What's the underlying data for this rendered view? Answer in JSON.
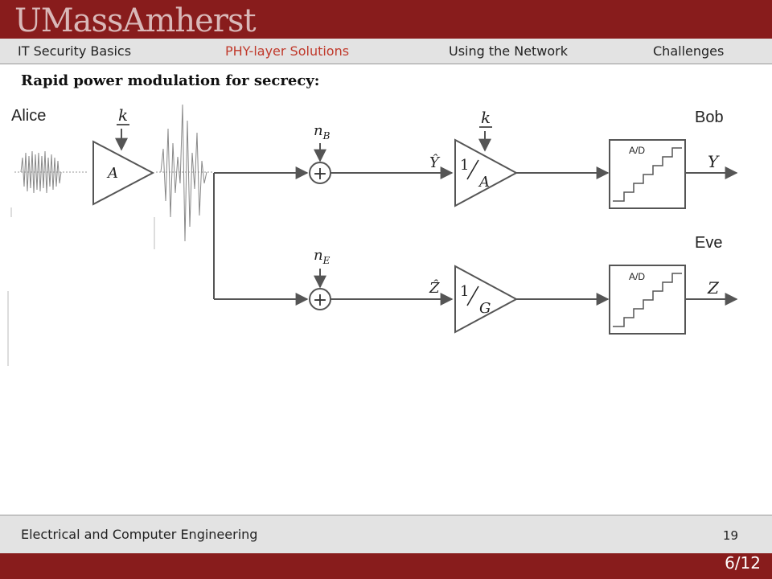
{
  "header": {
    "logo_text": "UMassAmherst"
  },
  "nav": {
    "items": [
      "IT Security Basics",
      "PHY-layer Solutions",
      "Using the Network",
      "Challenges"
    ],
    "active_index": 1
  },
  "slide": {
    "title": "Rapid power modulation for secrecy:"
  },
  "diagram": {
    "alice": "Alice",
    "bob": "Bob",
    "eve": "Eve",
    "key_alice": "k",
    "key_bob": "k",
    "amp_alice": "A",
    "noise_bob_var": "n",
    "noise_bob_sub": "B",
    "noise_eve_var": "n",
    "noise_eve_sub": "E",
    "bob_input": "Ŷ",
    "eve_input": "Ẑ",
    "bob_gain_num": "1",
    "bob_gain_den": "A",
    "eve_gain_num": "1",
    "eve_gain_den": "G",
    "adc_label_bob": "A/D",
    "adc_label_eve": "A/D",
    "bob_output": "Y",
    "eve_output": "Z",
    "plus": "+"
  },
  "footer": {
    "department": "Electrical and Computer Engineering",
    "page_number": "19"
  },
  "slide_counter": "6/12",
  "colors": {
    "brand": "#881c1c",
    "active_nav": "#c0392b",
    "bar": "#e3e3e3"
  }
}
